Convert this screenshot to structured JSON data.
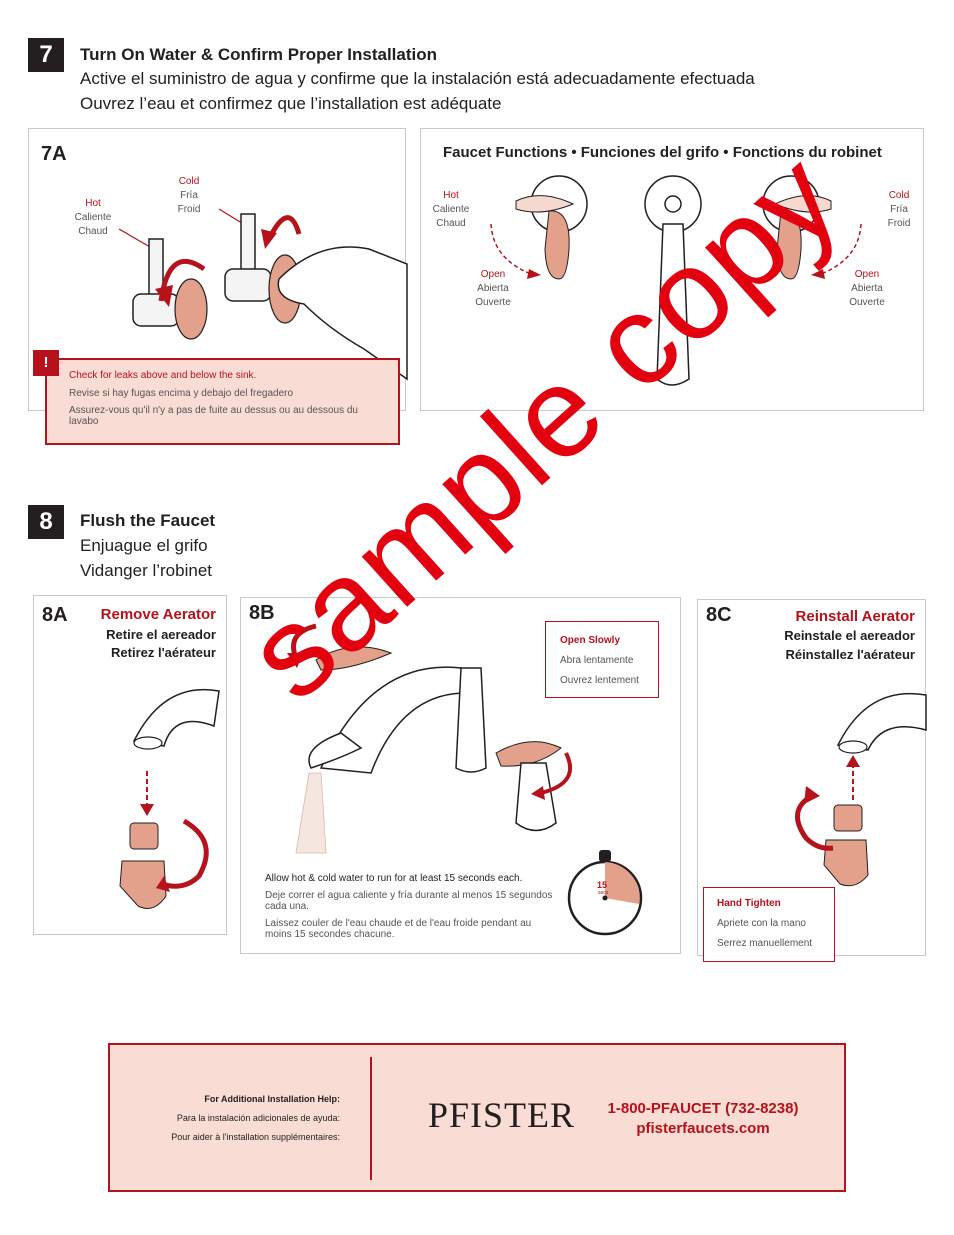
{
  "step7": {
    "number": "7",
    "title_en": "Turn On Water & Confirm Proper Installation",
    "title_es": "Active el suministro de agua y confirme que la instalación está adecuadamente efectuada",
    "title_fr": "Ouvrez l’eau et confirmez que l’installation est adéquate"
  },
  "panel7a": {
    "label": "7A",
    "hot": {
      "en": "Hot",
      "es": "Caliente",
      "fr": "Chaud"
    },
    "cold": {
      "en": "Cold",
      "es": "Fría",
      "fr": "Froid"
    },
    "warning": {
      "badge": "!",
      "en": "Check for leaks above and below the sink.",
      "es": "Revise si hay fugas encima y debajo del fregadero",
      "fr": "Assurez-vous qu'il n'y a pas de fuite au dessus ou au dessous du lavabo"
    }
  },
  "functions": {
    "title": "Faucet Functions • Funciones del grifo • Fonctions du robinet",
    "hot": {
      "en": "Hot",
      "es": "Caliente",
      "fr": "Chaud"
    },
    "cold": {
      "en": "Cold",
      "es": "Fría",
      "fr": "Froid"
    },
    "open_left": {
      "en": "Open",
      "es": "Abierta",
      "fr": "Ouverte"
    },
    "open_right": {
      "en": "Open",
      "es": "Abierta",
      "fr": "Ouverte"
    }
  },
  "step8": {
    "number": "8",
    "title_en": "Flush the Faucet",
    "title_es": "Enjuague el grifo",
    "title_fr": "Vidanger l’robinet"
  },
  "panel8a": {
    "label": "8A",
    "title_en": "Remove Aerator",
    "title_es": "Retire el aereador",
    "title_fr": "Retirez l'aérateur"
  },
  "panel8b": {
    "label": "8B",
    "callout": {
      "en": "Open Slowly",
      "es": "Abra lentamente",
      "fr": "Ouvrez lentement"
    },
    "text_en": "Allow hot & cold water to run for at least 15 seconds each.",
    "text_es": "Deje correr el agua caliente y fría durante al menos 15 segundos cada una.",
    "text_fr": "Laissez couler de l'eau chaude et de l'eau froide pendant au moins 15 secondes chacune.",
    "timer_value": "15",
    "timer_unit": "secs"
  },
  "panel8c": {
    "label": "8C",
    "title_en": "Reinstall Aerator",
    "title_es": "Reinstale el aereador",
    "title_fr": "Réinstallez l'aérateur",
    "callout": {
      "en": "Hand Tighten",
      "es": "Apriete con la mano",
      "fr": "Serrez manuellement"
    }
  },
  "footer": {
    "help_en": "For Additional Installation Help:",
    "help_es": "Para la instalación adicionales de ayuda:",
    "help_fr": "Pour aider à l'installation supplémentaires:",
    "brand": "PFISTER",
    "phone": "1-800-PFAUCET (732-8238)",
    "website": "pfisterfaucets.com"
  },
  "watermark": "sample copy",
  "colors": {
    "accent_red": "#b5121b",
    "handle_copper": "#e3a08a",
    "warning_fill": "#f9dcd3",
    "dark": "#231f20"
  }
}
